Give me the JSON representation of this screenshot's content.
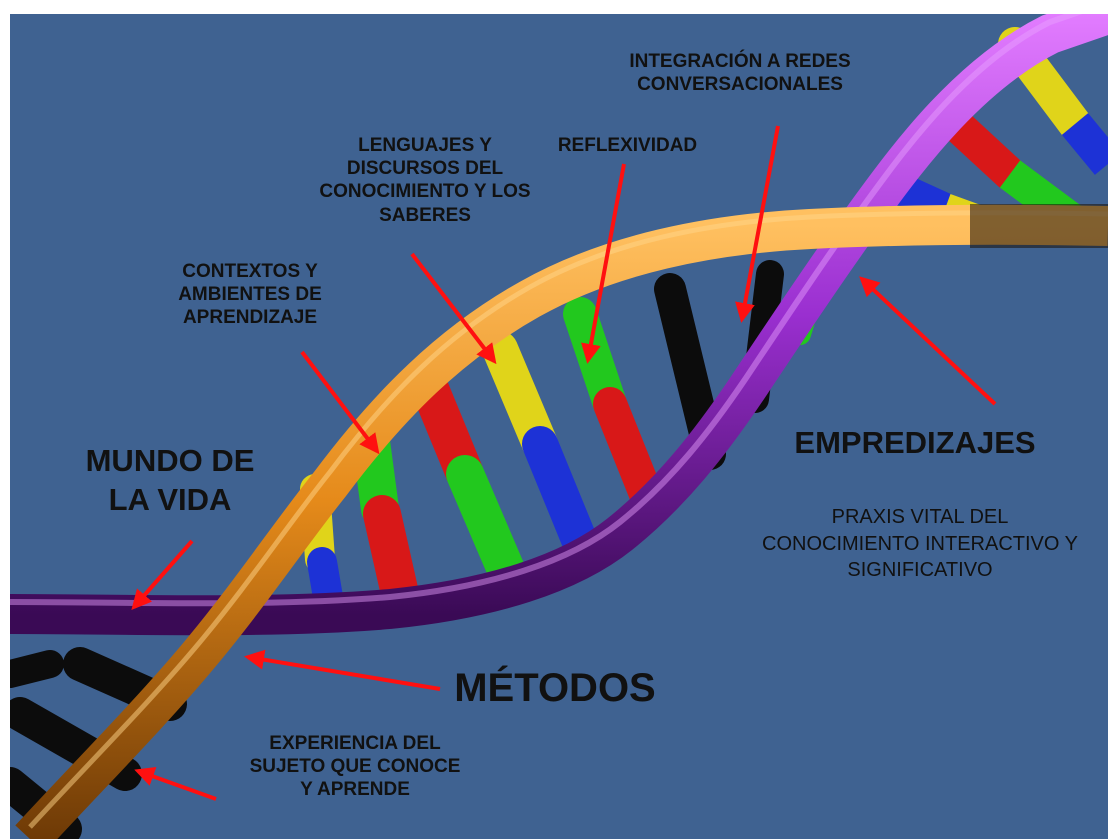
{
  "labels": {
    "integracion": "INTEGRACIÓN  A REDES\nCONVERSACIONALES",
    "lenguajes": "LENGUAJES   Y\nDISCURSOS DEL\nCONOCIMIENTO Y LOS\nSABERES",
    "reflexividad": "REFLEXIVIDAD",
    "contextos": "CONTEXTOS  Y\nAMBIENTES  DE\nAPRENDIZAJE",
    "mundo": "MUNDO  DE\nLA VIDA",
    "empredizajes": "EMPREDIZAJES",
    "praxis": "PRAXIS  VITAL  DEL\nCONOCIMIENTO INTERACTIVO  Y\nSIGNIFICATIVO",
    "metodos": "MÉTODOS",
    "experiencia": "EXPERIENCIA  DEL\nSUJETO QUE CONOCE\nY APRENDE"
  },
  "colors": {
    "background": "#3f6291",
    "strand_orange": "#e58a1a",
    "strand_purple": "#9a2fd0",
    "arrow": "#ff1010",
    "rung_red": "#d81818",
    "rung_green": "#22c81e",
    "rung_yellow": "#e0d41a",
    "rung_blue": "#1d32d6",
    "rung_black": "#0c0c0c"
  }
}
